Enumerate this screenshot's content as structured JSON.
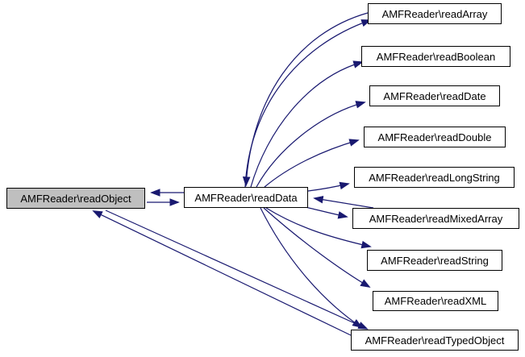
{
  "diagram": {
    "type": "call-graph",
    "colors": {
      "edge": "#191970",
      "node_border": "#000000",
      "node_fill": "#ffffff",
      "highlight_fill": "#bfbfbf",
      "text": "#000000",
      "background": "#ffffff"
    },
    "nodes": [
      {
        "id": "readObject",
        "label": "AMFReader\\readObject",
        "highlighted": true
      },
      {
        "id": "readData",
        "label": "AMFReader\\readData",
        "highlighted": false
      },
      {
        "id": "readArray",
        "label": "AMFReader\\readArray",
        "highlighted": false
      },
      {
        "id": "readBoolean",
        "label": "AMFReader\\readBoolean",
        "highlighted": false
      },
      {
        "id": "readDate",
        "label": "AMFReader\\readDate",
        "highlighted": false
      },
      {
        "id": "readDouble",
        "label": "AMFReader\\readDouble",
        "highlighted": false
      },
      {
        "id": "readLongString",
        "label": "AMFReader\\readLongString",
        "highlighted": false
      },
      {
        "id": "readMixedArray",
        "label": "AMFReader\\readMixedArray",
        "highlighted": false
      },
      {
        "id": "readString",
        "label": "AMFReader\\readString",
        "highlighted": false
      },
      {
        "id": "readXML",
        "label": "AMFReader\\readXML",
        "highlighted": false
      },
      {
        "id": "readTypedObject",
        "label": "AMFReader\\readTypedObject",
        "highlighted": false
      }
    ],
    "edges": [
      {
        "from": "readObject",
        "to": "readData"
      },
      {
        "from": "readData",
        "to": "readObject"
      },
      {
        "from": "readData",
        "to": "readArray"
      },
      {
        "from": "readArray",
        "to": "readData"
      },
      {
        "from": "readData",
        "to": "readBoolean"
      },
      {
        "from": "readData",
        "to": "readDate"
      },
      {
        "from": "readData",
        "to": "readDouble"
      },
      {
        "from": "readData",
        "to": "readLongString"
      },
      {
        "from": "readData",
        "to": "readMixedArray"
      },
      {
        "from": "readMixedArray",
        "to": "readData"
      },
      {
        "from": "readData",
        "to": "readString"
      },
      {
        "from": "readData",
        "to": "readXML"
      },
      {
        "from": "readData",
        "to": "readTypedObject"
      },
      {
        "from": "readTypedObject",
        "to": "readObject"
      },
      {
        "from": "readObject",
        "to": "readTypedObject"
      }
    ]
  }
}
